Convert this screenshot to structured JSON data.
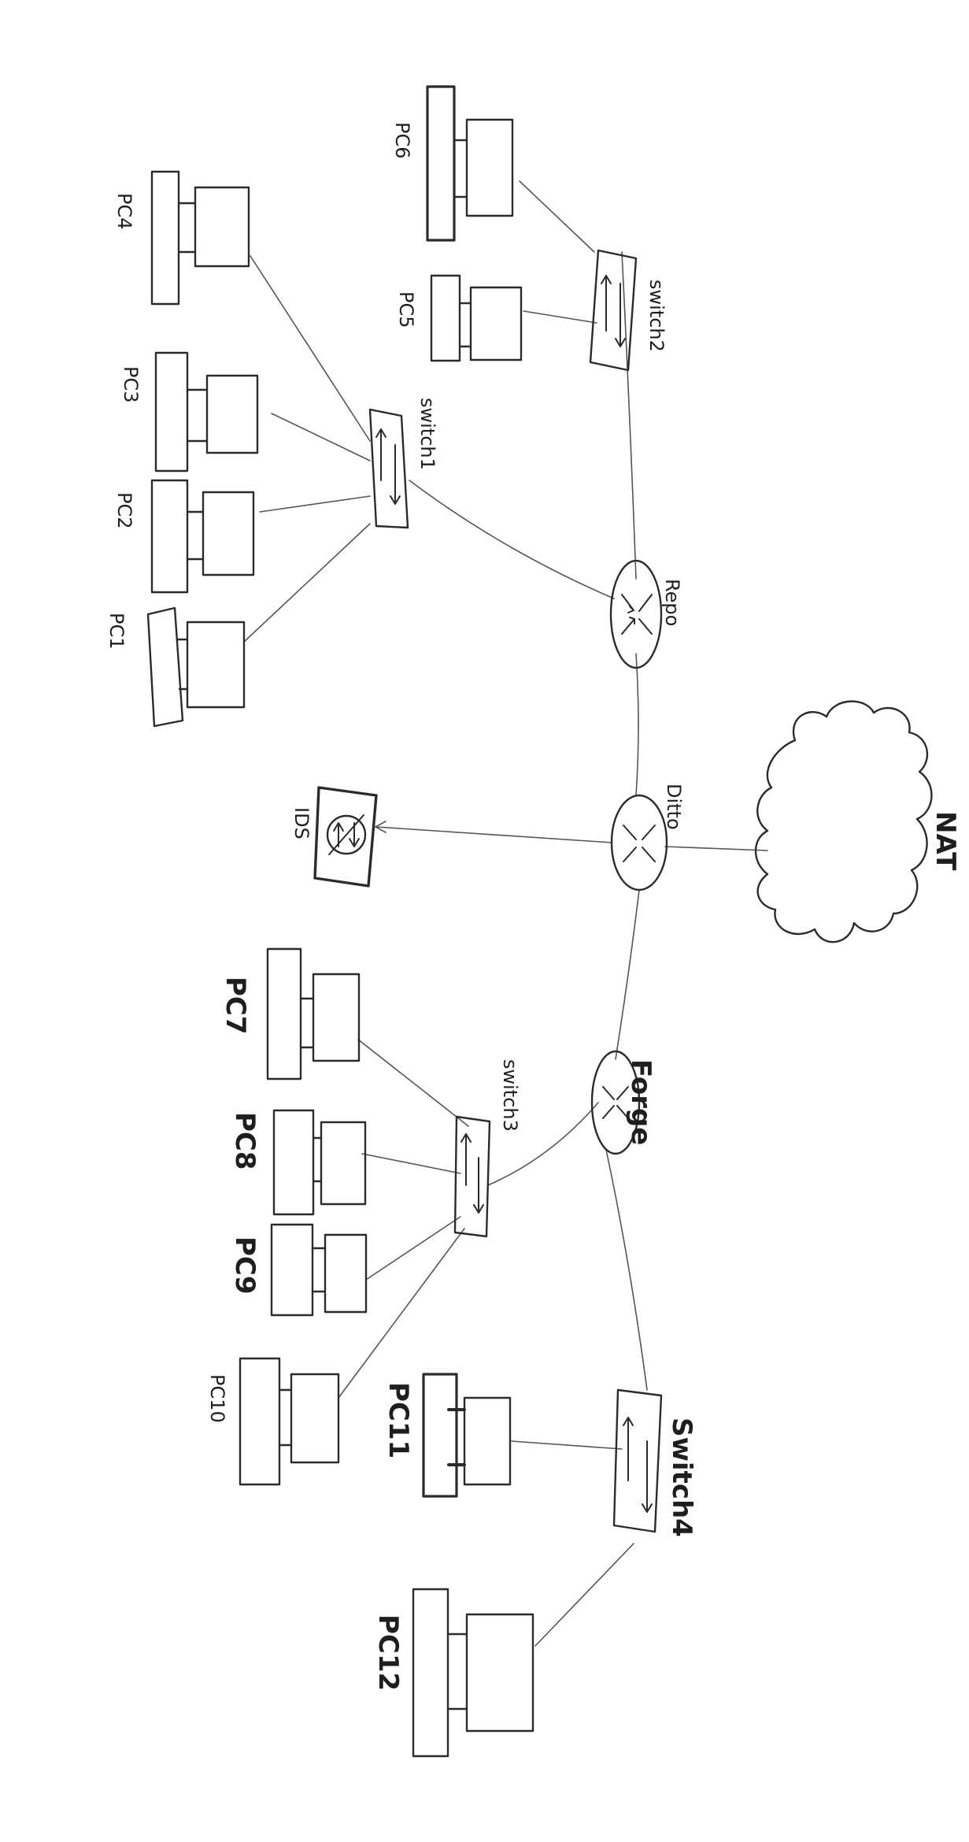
{
  "nodes": {
    "routers": {
      "repo": {
        "label": "Repo"
      },
      "ditto": {
        "label": "Ditto"
      },
      "forge": {
        "label": "Forge"
      }
    },
    "switches": {
      "switch1": {
        "label": "switch1"
      },
      "switch2": {
        "label": "switch2"
      },
      "switch3": {
        "label": "switch3"
      },
      "switch4": {
        "label": "Switch4"
      }
    },
    "pcs": {
      "pc1": {
        "label": "PC1"
      },
      "pc2": {
        "label": "PC2"
      },
      "pc3": {
        "label": "PC3"
      },
      "pc4": {
        "label": "PC4"
      },
      "pc5": {
        "label": "PC5"
      },
      "pc6": {
        "label": "PC6"
      },
      "pc7": {
        "label": "PC7"
      },
      "pc8": {
        "label": "PC8"
      },
      "pc9": {
        "label": "PC9"
      },
      "pc10": {
        "label": "PC10"
      },
      "pc11": {
        "label": "PC11"
      },
      "pc12": {
        "label": "PC12"
      }
    },
    "ids": {
      "label": "IDS"
    },
    "cloud": {
      "label": "NAT"
    }
  }
}
